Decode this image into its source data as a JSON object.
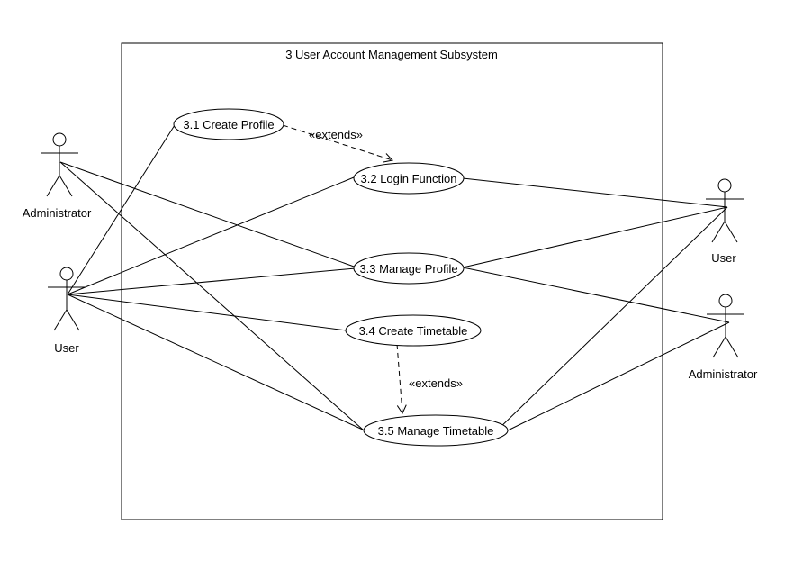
{
  "diagram": {
    "system_title": "3 User Account Management Subsystem",
    "use_cases": [
      {
        "id": "uc1",
        "label": "3.1 Create Profile"
      },
      {
        "id": "uc2",
        "label": "3.2 Login Function"
      },
      {
        "id": "uc3",
        "label": "3.3 Manage Profile"
      },
      {
        "id": "uc4",
        "label": "3.4 Create Timetable"
      },
      {
        "id": "uc5",
        "label": "3.5 Manage Timetable"
      }
    ],
    "actors": [
      {
        "id": "admin_left",
        "label": "Administrator"
      },
      {
        "id": "user_left",
        "label": "User"
      },
      {
        "id": "user_right",
        "label": "User"
      },
      {
        "id": "admin_right",
        "label": "Administrator"
      }
    ],
    "extends_label": "«extends»",
    "associations": [
      [
        "admin_left",
        "uc3"
      ],
      [
        "admin_left",
        "uc5"
      ],
      [
        "user_left",
        "uc1"
      ],
      [
        "user_left",
        "uc2"
      ],
      [
        "user_left",
        "uc3"
      ],
      [
        "user_left",
        "uc4"
      ],
      [
        "user_left",
        "uc5"
      ],
      [
        "user_right",
        "uc2"
      ],
      [
        "user_right",
        "uc3"
      ],
      [
        "user_right",
        "uc5"
      ],
      [
        "admin_right",
        "uc3"
      ],
      [
        "admin_right",
        "uc5"
      ]
    ],
    "extends": [
      [
        "uc1",
        "uc2"
      ],
      [
        "uc4",
        "uc5"
      ]
    ]
  }
}
